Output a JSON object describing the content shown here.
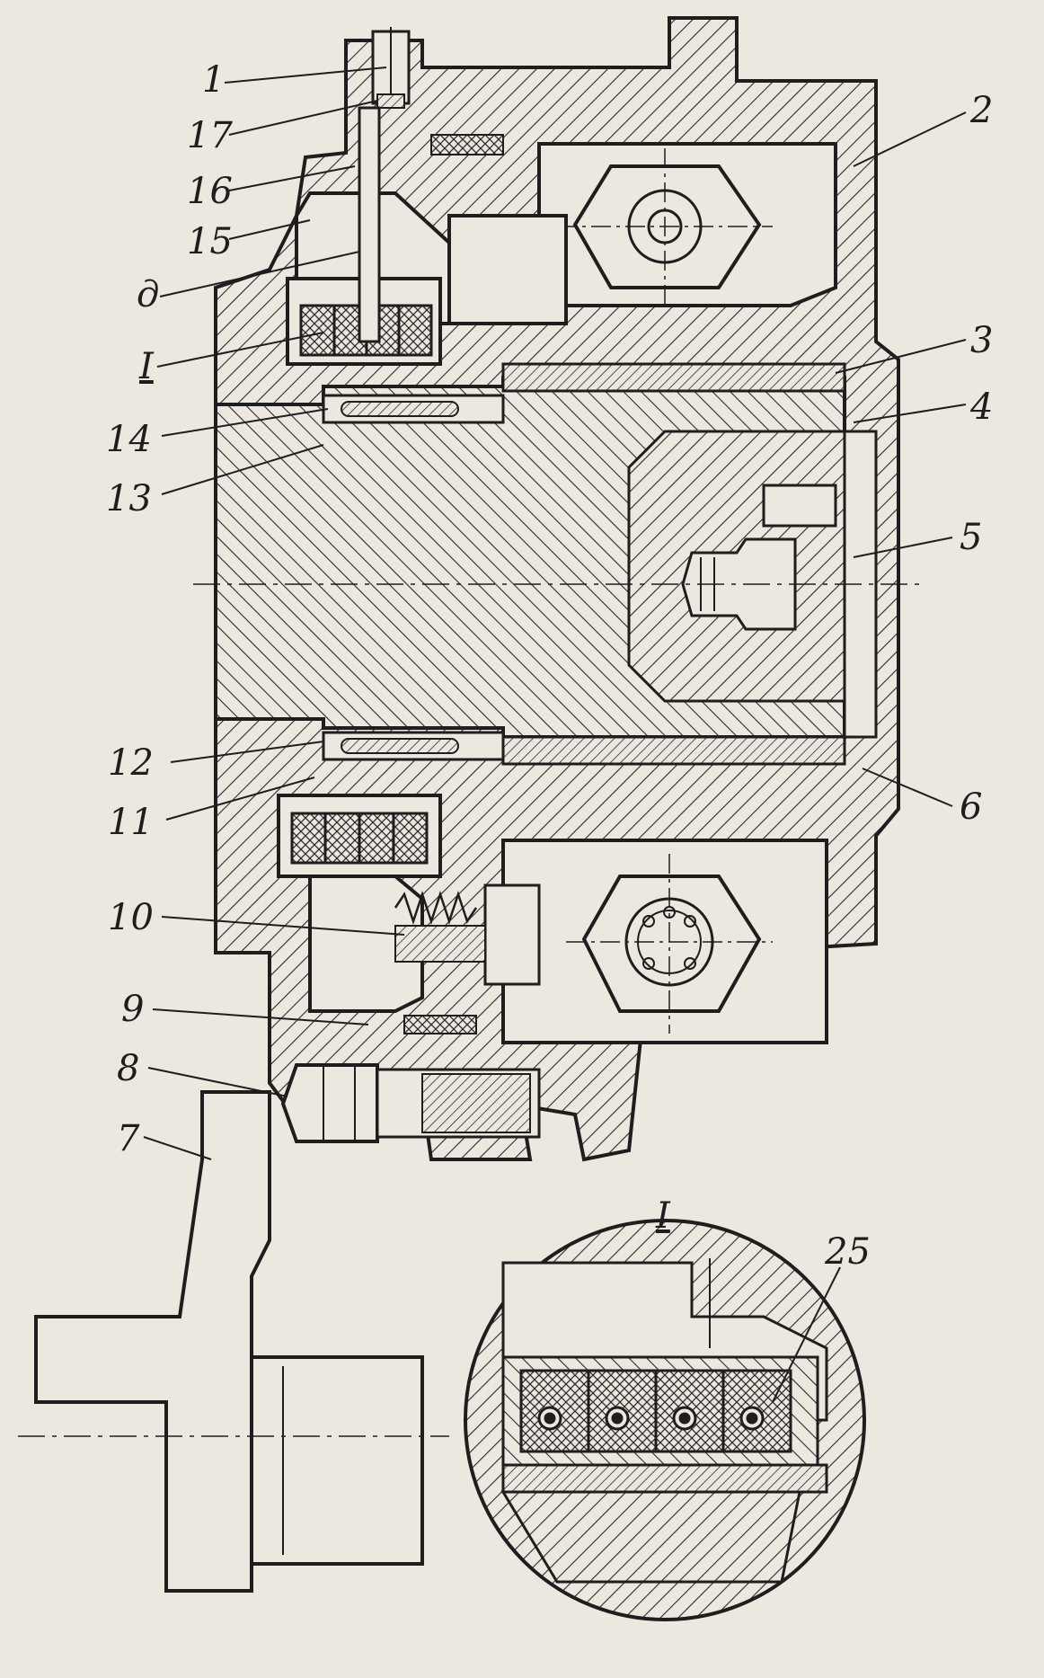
{
  "colors": {
    "paper": "#ece7df",
    "ink": "#1e1e1e",
    "hatch": "#2b2b2b"
  },
  "callouts": {
    "n1": "1",
    "n17": "17",
    "n16": "16",
    "n15": "15",
    "nd": "д",
    "nI": "I",
    "n14": "14",
    "n13": "13",
    "n12": "12",
    "n11": "11",
    "n10": "10",
    "n9": "9",
    "n8": "8",
    "n7": "7",
    "n2": "2",
    "n3": "3",
    "n4": "4",
    "n5": "5",
    "n6": "6"
  },
  "detail": {
    "title": "I",
    "callout_25": "25"
  }
}
